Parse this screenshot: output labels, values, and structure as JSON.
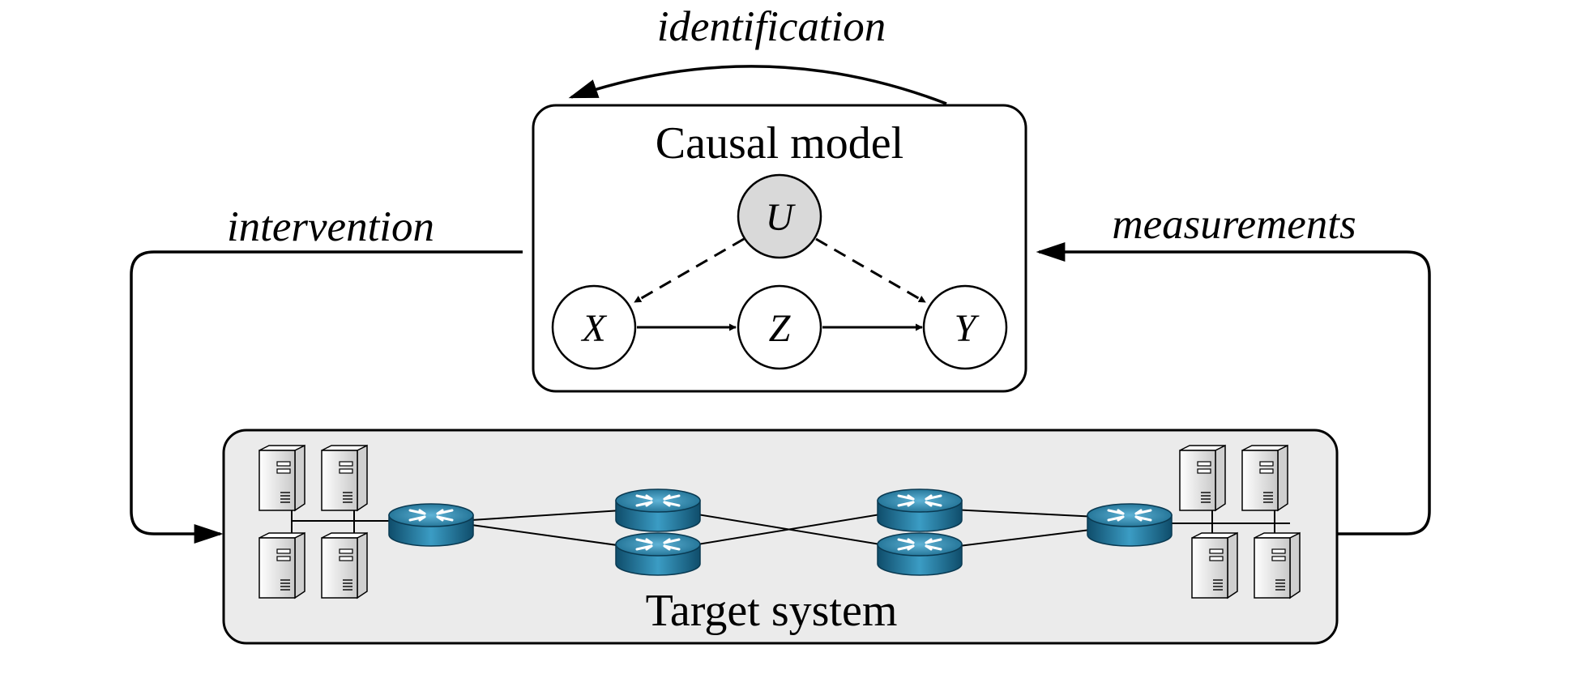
{
  "labels": {
    "identification": "identification",
    "intervention": "intervention",
    "measurements": "measurements"
  },
  "causal_model": {
    "title": "Causal model",
    "nodes": [
      {
        "id": "U",
        "label": "U",
        "shaded": true
      },
      {
        "id": "X",
        "label": "X",
        "shaded": false
      },
      {
        "id": "Z",
        "label": "Z",
        "shaded": false
      },
      {
        "id": "Y",
        "label": "Y",
        "shaded": false
      }
    ],
    "edges": [
      {
        "from": "U",
        "to": "X",
        "style": "dashed"
      },
      {
        "from": "U",
        "to": "Y",
        "style": "dashed"
      },
      {
        "from": "X",
        "to": "Z",
        "style": "solid"
      },
      {
        "from": "Z",
        "to": "Y",
        "style": "solid"
      }
    ]
  },
  "target_system": {
    "title": "Target system"
  },
  "colors": {
    "stroke": "#000000",
    "node_shaded_fill": "#d9d9d9",
    "system_fill": "#ebebeb",
    "router_top": "#1d6d8f",
    "router_side": "#2e8ab0",
    "server_fill": "#f0f0f0"
  }
}
